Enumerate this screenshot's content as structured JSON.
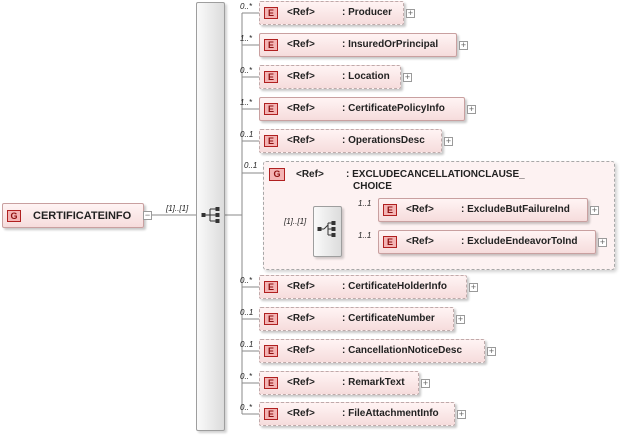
{
  "root": {
    "badge": "G",
    "name": "CERTIFICATEINFO",
    "multiplicity": "[1]..[1]",
    "expander": "−"
  },
  "choice": {
    "multiplicity": "0..1",
    "badge": "G",
    "ref": "<Ref>",
    "name_line1": ": EXCLUDECANCELLATIONCLAUSE_",
    "name_line2": "CHOICE",
    "inner_multiplicity": "[1]..[1]",
    "items": [
      {
        "multiplicity": "1..1",
        "badge": "E",
        "ref": "<Ref>",
        "name": ": ExcludeButFailureInd",
        "expander": "+"
      },
      {
        "multiplicity": "1..1",
        "badge": "E",
        "ref": "<Ref>",
        "name": ": ExcludeEndeavorToInd",
        "expander": "+"
      }
    ]
  },
  "children": [
    {
      "multiplicity": "0..*",
      "badge": "E",
      "ref": "<Ref>",
      "name": ": Producer",
      "expander": "+"
    },
    {
      "multiplicity": "1..*",
      "badge": "E",
      "ref": "<Ref>",
      "name": ": InsuredOrPrincipal",
      "expander": "+"
    },
    {
      "multiplicity": "0..*",
      "badge": "E",
      "ref": "<Ref>",
      "name": ": Location",
      "expander": "+"
    },
    {
      "multiplicity": "1..*",
      "badge": "E",
      "ref": "<Ref>",
      "name": ": CertificatePolicyInfo",
      "expander": "+"
    },
    {
      "multiplicity": "0..1",
      "badge": "E",
      "ref": "<Ref>",
      "name": ": OperationsDesc",
      "expander": "+"
    },
    {
      "multiplicity": "0..*",
      "badge": "E",
      "ref": "<Ref>",
      "name": ": CertificateHolderInfo",
      "expander": "+"
    },
    {
      "multiplicity": "0..1",
      "badge": "E",
      "ref": "<Ref>",
      "name": ": CertificateNumber",
      "expander": "+"
    },
    {
      "multiplicity": "0..1",
      "badge": "E",
      "ref": "<Ref>",
      "name": ": CancellationNoticeDesc",
      "expander": "+"
    },
    {
      "multiplicity": "0..*",
      "badge": "E",
      "ref": "<Ref>",
      "name": ": RemarkText",
      "expander": "+"
    },
    {
      "multiplicity": "0..*",
      "badge": "E",
      "ref": "<Ref>",
      "name": ": FileAttachmentInfo",
      "expander": "+"
    }
  ]
}
